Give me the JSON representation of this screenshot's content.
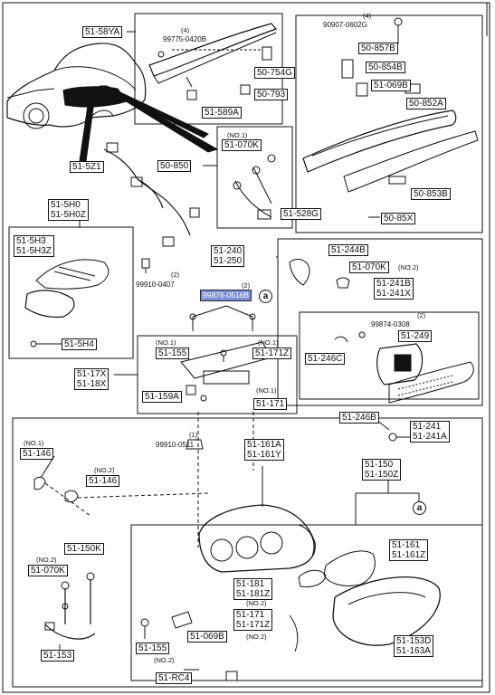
{
  "diagram": {
    "highlight_color": "#7c8fd6",
    "callout_marker": "a",
    "labels": {
      "l_51_58ya": "51-58YA",
      "l_99775": "99775-0420B",
      "l_99775_q": "(4)",
      "l_50_754g": "50-754G",
      "l_50_793": "50-793",
      "l_51_589a": "51-589A",
      "l_90907": "90907-0602G",
      "l_90907_q": "(4)",
      "l_50_857b": "50-857B",
      "l_50_854b": "50-854B",
      "l_51_069b_top": "51-069B",
      "l_50_852a": "50-852A",
      "l_51_5z1": "51-5Z1",
      "l_50_850": "50-850",
      "l_51_070k_top": "51-070K",
      "l_51_070k_top_q": "(NO.1)",
      "l_51_528g": "51-528G",
      "l_50_853b": "50-853B",
      "l_50_85x": "50-85X",
      "l_51_5h0": "51-5H0",
      "l_51_5h0z": "51-5H0Z",
      "l_51_5h3": "51-5H3",
      "l_51_5h3z": "51-5H3Z",
      "l_51_5h4": "51-5H4",
      "l_99910_0407": "99910-0407",
      "l_99910_0407_q": "(2)",
      "l_51_240": "51-240",
      "l_51_250": "51-250",
      "l_51_244b": "51-244B",
      "l_51_070k_no2": "51-070K",
      "l_51_070k_no2_q": "(NO.2)",
      "l_51_241b": "51-241B",
      "l_51_241x": "51-241X",
      "l_99876": "99876-0516B",
      "l_99876_q": "(2)",
      "l_99874": "99874-0308",
      "l_99874_q": "(2)",
      "l_51_249": "51-249",
      "l_51_246c": "51-246C",
      "l_51_155_mid": "51-155",
      "l_51_155_mid_q": "(NO.1)",
      "l_51_171z_mid": "51-171Z",
      "l_51_171z_mid_q": "(NO.1)",
      "l_51_17x": "51-17X",
      "l_51_18x": "51-18X",
      "l_51_159a": "51-159A",
      "l_51_171_mid": "51-171",
      "l_51_171_mid_q": "(NO.1)",
      "l_51_246b": "51-246B",
      "l_51_241": "51-241",
      "l_51_241a": "51-241A",
      "l_99910_0511": "99910-0511",
      "l_99910_0511_q": "(1)",
      "l_51_146_a": "51-146",
      "l_51_146_a_q": "(NO.1)",
      "l_51_146_b": "51-146",
      "l_51_146_b_q": "(NO.2)",
      "l_51_161a": "51-161A",
      "l_51_161y": "51-161Y",
      "l_51_150": "51-150",
      "l_51_150z": "51-150Z",
      "l_51_150k": "51-150K",
      "l_51_070k_bot": "51-070K",
      "l_51_070k_bot_q": "(NO.2)",
      "l_51_161": "51-161",
      "l_51_161z": "51-161Z",
      "l_51_181": "51-181",
      "l_51_181z": "51-181Z",
      "l_no2_a": "(NO.2)",
      "l_51_171_bot": "51-171",
      "l_51_171z_bot": "51-171Z",
      "l_no2_b": "(NO.2)",
      "l_51_153": "51-153",
      "l_51_155_bot": "51-155",
      "l_51_155_bot_q": "(NO.2)",
      "l_51_069b_bot": "51-069B",
      "l_51_153d": "51-153D",
      "l_51_163a": "51-163A",
      "l_51_rc4": "51-RC4"
    }
  }
}
